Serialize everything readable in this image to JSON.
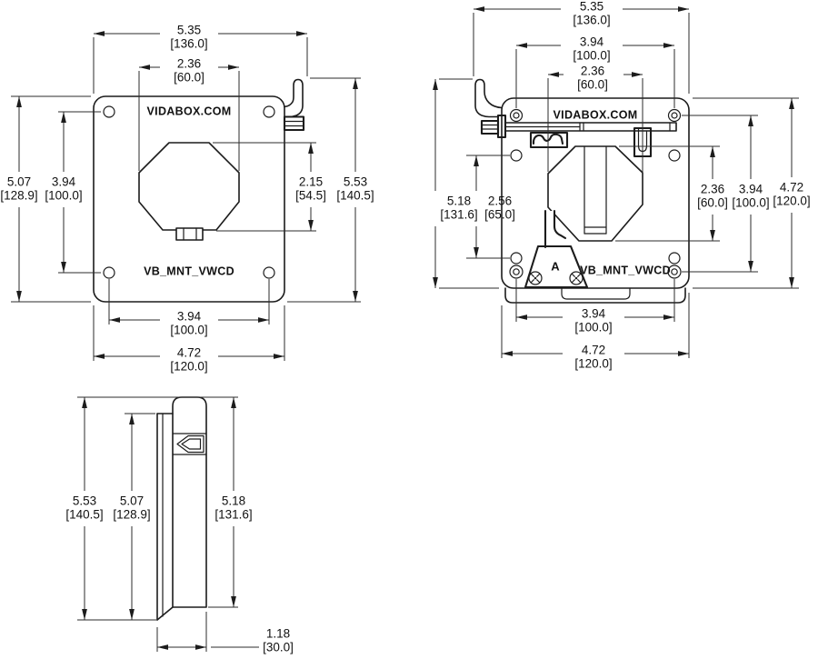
{
  "colors": {
    "ink": "#1c1c1c",
    "paper": "#ffffff"
  },
  "drawing": {
    "brand": "VIDABOX.COM",
    "part": "VB_MNT_VWCD",
    "marker": "A",
    "front": {
      "dims": {
        "overall_w": {
          "in": "5.35",
          "mm": "[136.0]"
        },
        "octagon_w": {
          "in": "2.36",
          "mm": "[60.0]"
        },
        "front_h": {
          "in": "5.07",
          "mm": "[128.9]"
        },
        "holes_v": {
          "in": "3.94",
          "mm": "[100.0]"
        },
        "octagon_h": {
          "in": "2.15",
          "mm": "[54.5]"
        },
        "overall_h": {
          "in": "5.53",
          "mm": "[140.5]"
        },
        "holes_h": {
          "in": "3.94",
          "mm": "[100.0]"
        },
        "plate_w": {
          "in": "4.72",
          "mm": "[120.0]"
        }
      }
    },
    "rear": {
      "dims": {
        "overall_w": {
          "in": "5.35",
          "mm": "[136.0]"
        },
        "holes_top": {
          "in": "3.94",
          "mm": "[100.0]"
        },
        "octagon_w": {
          "in": "2.36",
          "mm": "[60.0]"
        },
        "overall_h": {
          "in": "5.18",
          "mm": "[131.6]"
        },
        "holes_lower": {
          "in": "2.56",
          "mm": "[65.0]"
        },
        "octagon_h": {
          "in": "2.36",
          "mm": "[60.0]"
        },
        "holes_right": {
          "in": "3.94",
          "mm": "[100.0]"
        },
        "plate_h": {
          "in": "4.72",
          "mm": "[120.0]"
        },
        "holes_bottom": {
          "in": "3.94",
          "mm": "[100.0]"
        },
        "plate_w": {
          "in": "4.72",
          "mm": "[120.0]"
        }
      }
    },
    "side": {
      "dims": {
        "total_h": {
          "in": "5.53",
          "mm": "[140.5]"
        },
        "front_h": {
          "in": "5.07",
          "mm": "[128.9]"
        },
        "bracket_h": {
          "in": "5.18",
          "mm": "[131.6]"
        },
        "depth": {
          "in": "1.18",
          "mm": "[30.0]"
        }
      }
    }
  }
}
